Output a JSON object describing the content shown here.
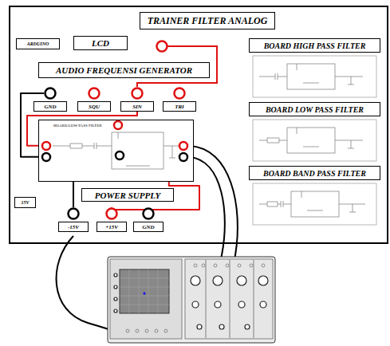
{
  "diagram": {
    "nodes": [
      {
        "text": [
          "TRAINER FILTER ANALOG"
        ]
      },
      {
        "text": [
          "ARDUINO"
        ]
      },
      {
        "text": [
          "LCD"
        ]
      },
      {
        "text": [
          "AUDIO FREQUENSI GENERATOR"
        ]
      },
      {
        "text": [
          "GND"
        ]
      },
      {
        "text": [
          "SQU"
        ]
      },
      {
        "text": [
          "SIN"
        ]
      },
      {
        "text": [
          "TRI"
        ]
      },
      {
        "text": [
          "BOARD LOW PASS FILTER"
        ]
      },
      {
        "text": [
          "POWER SUPPLY"
        ]
      },
      {
        "text": [
          "15V"
        ]
      },
      {
        "text": [
          "-15V"
        ]
      },
      {
        "text": [
          "+15V"
        ]
      },
      {
        "text": [
          "GND"
        ]
      },
      {
        "text": [
          "BOARD HIGH PASS FILTER"
        ]
      },
      {
        "text": [
          "BOARD LOW PASS FILTER"
        ]
      },
      {
        "text": [
          "BOARD BAND PASS FILTER"
        ]
      }
    ],
    "edges": [
      {
        "from": 4,
        "to": 8,
        "arrow": "none"
      },
      {
        "from": 6,
        "to": 8,
        "arrow": "none"
      },
      {
        "from": 12,
        "to": 8,
        "arrow": "none"
      },
      {
        "from": 11,
        "to": 8,
        "arrow": "none"
      }
    ]
  }
}
